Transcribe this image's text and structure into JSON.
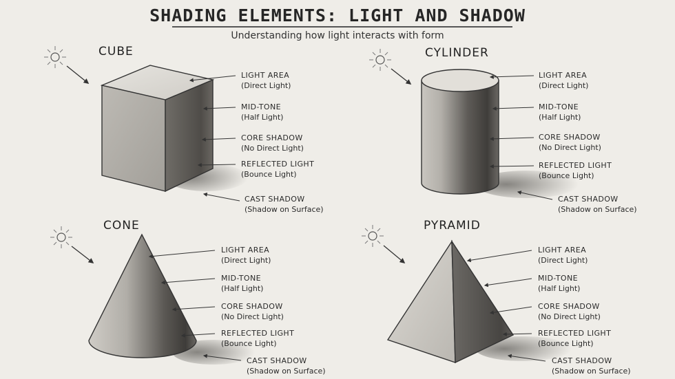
{
  "title": "SHADING ELEMENTS: LIGHT AND SHADOW",
  "subtitle": "Understanding how light interacts with form",
  "shapes": [
    {
      "name": "CUBE",
      "labels": [
        {
          "main": "LIGHT AREA",
          "sub": "(Direct Light)"
        },
        {
          "main": "MID-TONE",
          "sub": "(Half Light)"
        },
        {
          "main": "CORE SHADOW",
          "sub": "(No Direct Light)"
        },
        {
          "main": "REFLECTED LIGHT",
          "sub": "(Bounce Light)"
        },
        {
          "main": "CAST SHADOW",
          "sub": "(Shadow on Surface)"
        }
      ]
    },
    {
      "name": "CYLINDER",
      "labels": [
        {
          "main": "LIGHT AREA",
          "sub": "(Direct Light)"
        },
        {
          "main": "MID-TONE",
          "sub": "(Half Light)"
        },
        {
          "main": "CORE SHADOW",
          "sub": "(No Direct Light)"
        },
        {
          "main": "REFLECTED LIGHT",
          "sub": "(Bounce Light)"
        },
        {
          "main": "CAST SHADOW",
          "sub": "(Shadow on Surface)"
        }
      ]
    },
    {
      "name": "CONE",
      "labels": [
        {
          "main": "LIGHT AREA",
          "sub": "(Direct Light)"
        },
        {
          "main": "MID-TONE",
          "sub": "(Half Light)"
        },
        {
          "main": "CORE SHADOW",
          "sub": "(No Direct Light)"
        },
        {
          "main": "REFLECTED LIGHT",
          "sub": "(Bounce Light)"
        },
        {
          "main": "CAST SHADOW",
          "sub": "(Shadow on Surface)"
        }
      ]
    },
    {
      "name": "PYRAMID",
      "labels": [
        {
          "main": "LIGHT AREA",
          "sub": "(Direct Light)"
        },
        {
          "main": "MID-TONE",
          "sub": "(Half Light)"
        },
        {
          "main": "CORE SHADOW",
          "sub": "(No Direct Light)"
        },
        {
          "main": "REFLECTED LIGHT",
          "sub": "(Bounce Light)"
        },
        {
          "main": "CAST SHADOW",
          "sub": "(Shadow on Surface)"
        }
      ]
    }
  ],
  "icons": [
    "sun-icon",
    "light-direction-arrow-icon"
  ]
}
